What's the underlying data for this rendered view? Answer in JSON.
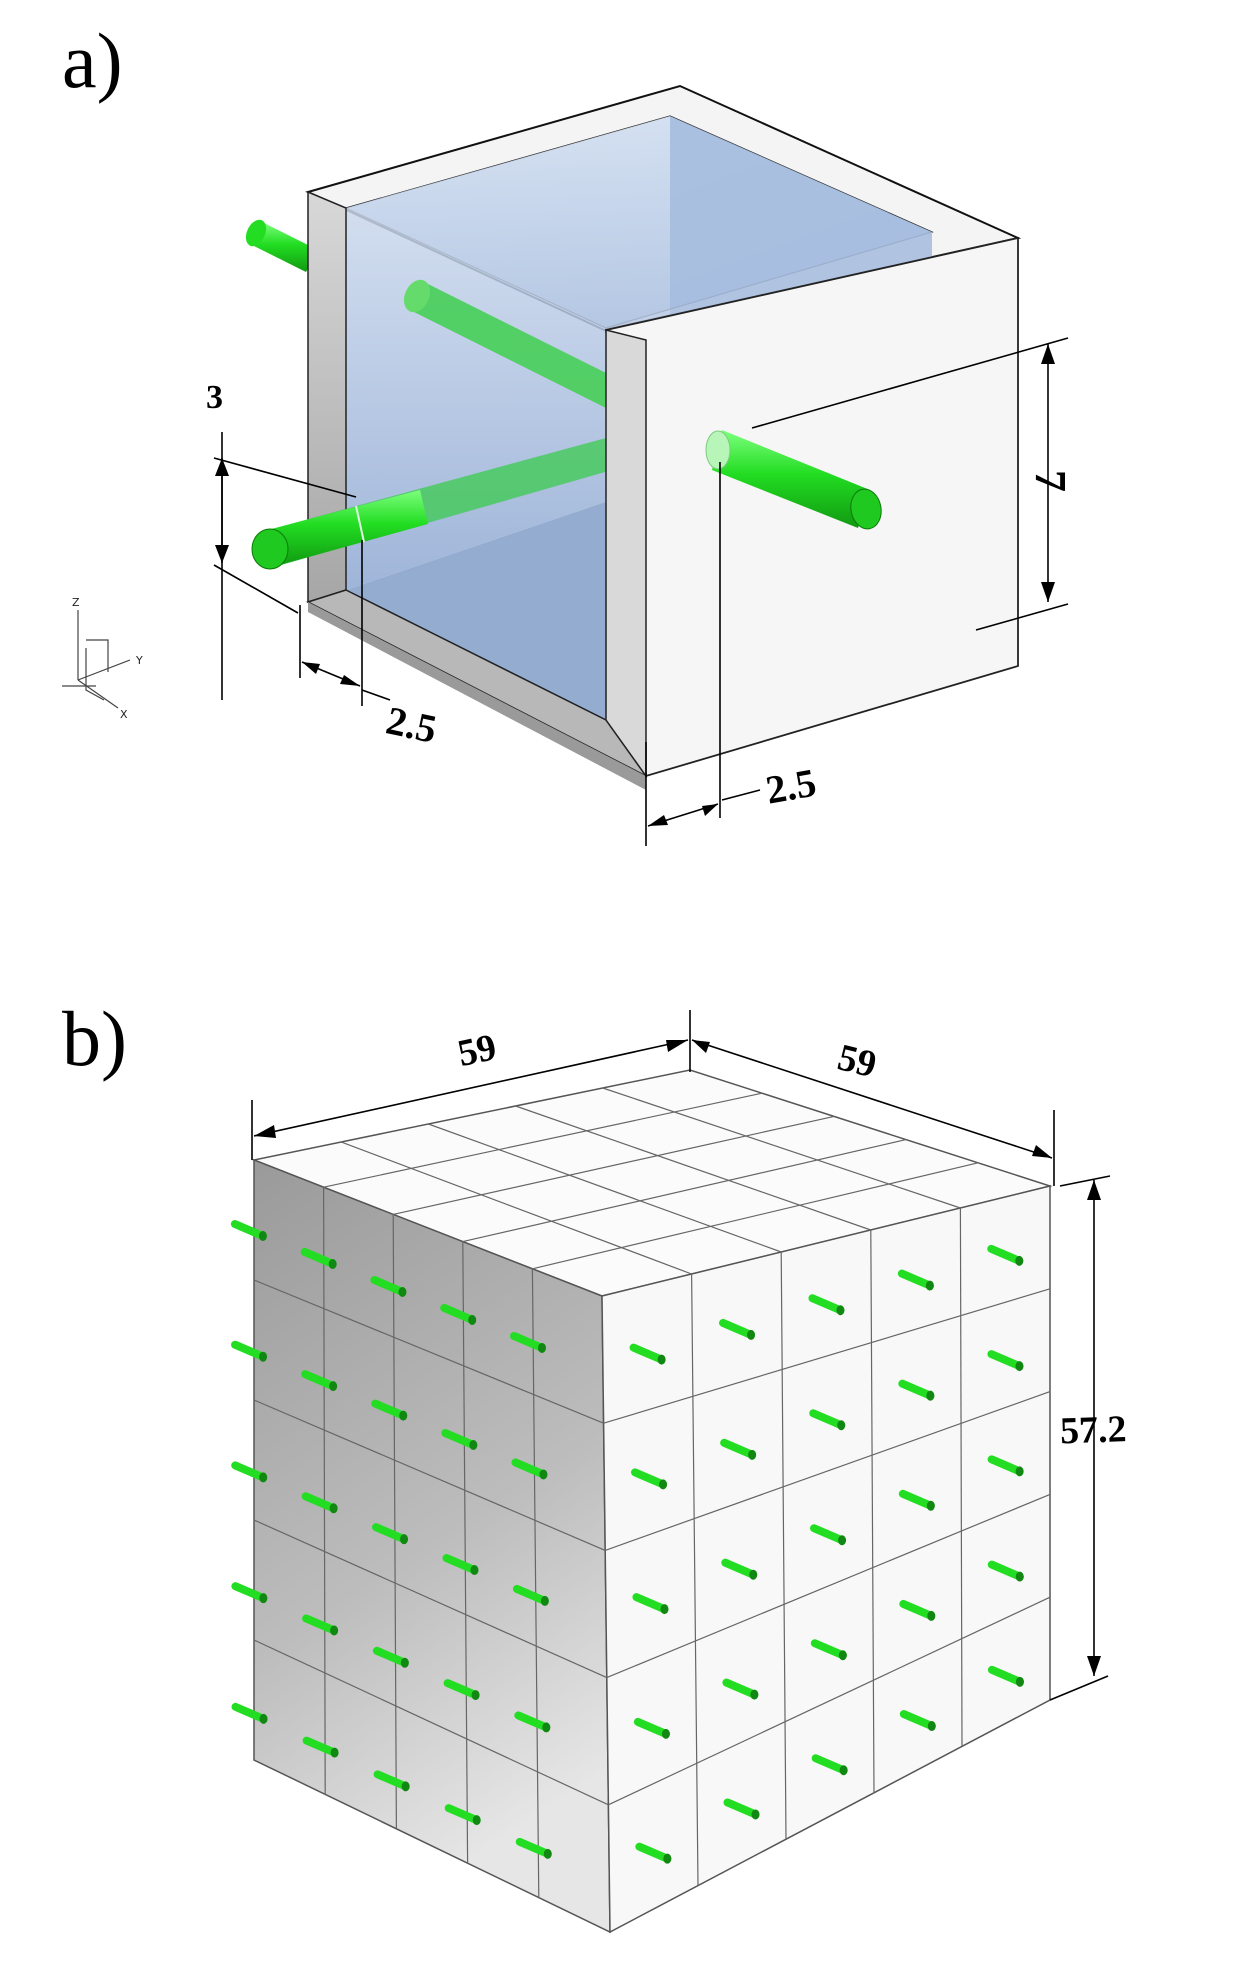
{
  "panels": {
    "a": {
      "label": "a)"
    },
    "b": {
      "label": "b)"
    }
  },
  "panel_a": {
    "dims": {
      "rod_diameter": "3",
      "rod_height": "7",
      "wall_left": "2.5",
      "wall_right": "2.5"
    },
    "axes": {
      "z": "Z",
      "y": "Y",
      "x": "X"
    }
  },
  "panel_b": {
    "dims": {
      "width_left": "59",
      "width_right": "59",
      "height": "57.2"
    },
    "grid": {
      "columns": 5,
      "rows": 5
    }
  },
  "colors": {
    "rod": "#22dd22",
    "glass": "#b8cce8",
    "wall": "#f2f2f2",
    "shade": "#a8a8a8"
  }
}
